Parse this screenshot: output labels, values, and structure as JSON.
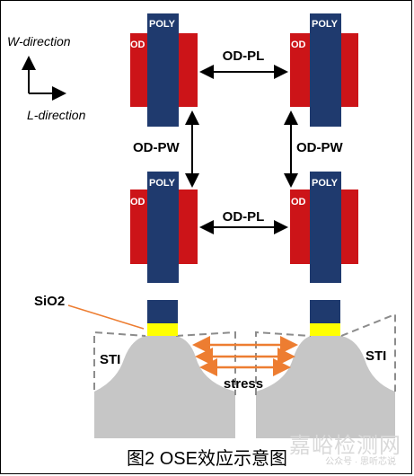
{
  "labels": {
    "w_direction": "W-direction",
    "l_direction": "L-direction",
    "poly": "POLY",
    "od": "OD",
    "od_pl": "OD-PL",
    "od_pw": "OD-PW",
    "sio2": "SiO2",
    "sti": "STI",
    "stress": "stress"
  },
  "caption": "图2 OSE效应示意图",
  "watermark": "嘉峪检测网",
  "watermark_sub": "公众号 · 思听芯说",
  "colors": {
    "od": "#cc1418",
    "poly": "#1f3a6e",
    "sio2": "#ffff00",
    "sti": "#c6c6c6",
    "stress_arrow": "#ed7d31",
    "dashed": "#8c8c8c"
  }
}
